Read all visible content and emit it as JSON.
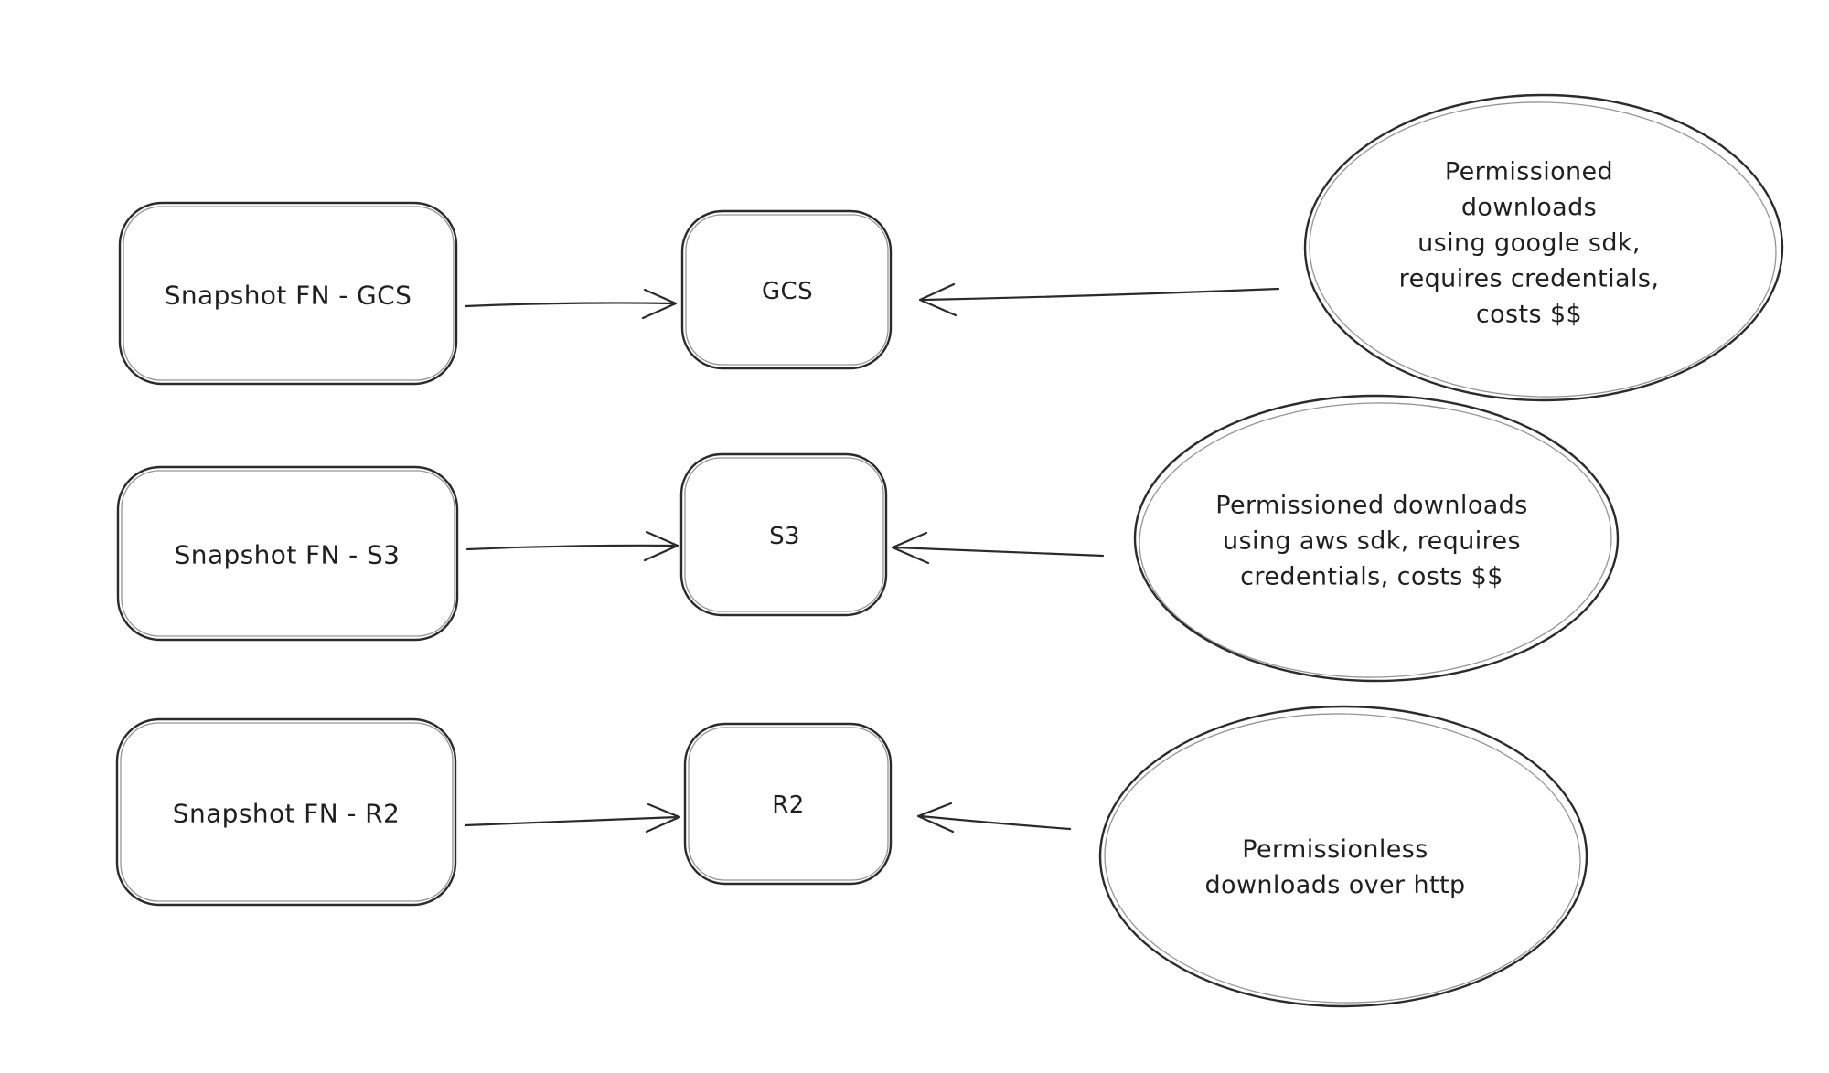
{
  "colors": {
    "background": "#ffffff",
    "stroke": "#2b2b2b",
    "text": "#1f1f1f"
  },
  "rows": [
    {
      "source_label": "Snapshot FN - GCS",
      "target_label": "GCS",
      "note": "Permissioned downloads\nusing google sdk,\nrequires credentials,\ncosts $$"
    },
    {
      "source_label": "Snapshot FN - S3",
      "target_label": "S3",
      "note": "Permissioned downloads\nusing aws sdk, requires\ncredentials, costs $$"
    },
    {
      "source_label": "Snapshot FN - R2",
      "target_label": "R2",
      "note": "Permissionless\ndownloads over http"
    }
  ]
}
